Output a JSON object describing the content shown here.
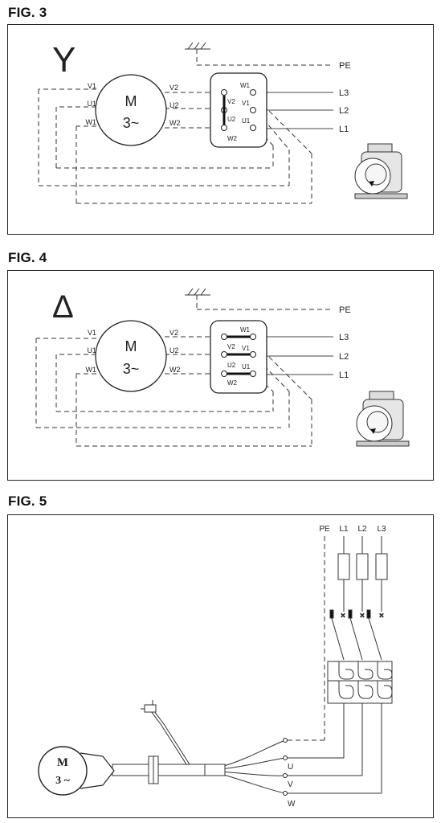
{
  "fig3": {
    "title": "FIG. 3",
    "symbol": "Y",
    "motor": {
      "line1": "M",
      "line2": "3~"
    },
    "left_terminals": [
      "V1",
      "U1",
      "W1"
    ],
    "right_terminals": [
      "V2",
      "U2",
      "W2"
    ],
    "box_terminals": [
      "W1",
      "V2",
      "V1",
      "U2",
      "U1",
      "W2"
    ],
    "lines": {
      "pe": "PE",
      "l3": "L3",
      "l2": "L2",
      "l1": "L1"
    }
  },
  "fig4": {
    "title": "FIG. 4",
    "symbol": "Δ",
    "motor": {
      "line1": "M",
      "line2": "3~"
    },
    "left_terminals": [
      "V1",
      "U1",
      "W1"
    ],
    "right_terminals": [
      "V2",
      "U2",
      "W2"
    ],
    "box_terminals": [
      "W1",
      "V2",
      "V1",
      "U2",
      "U1",
      "W2"
    ],
    "lines": {
      "pe": "PE",
      "l3": "L3",
      "l2": "L2",
      "l1": "L1"
    }
  },
  "fig5": {
    "title": "FIG. 5",
    "top_labels": [
      "PE",
      "L1",
      "L2",
      "L3"
    ],
    "motor": {
      "line1": "M",
      "line2": "3 ~"
    },
    "wire_labels": [
      "U",
      "V",
      "W"
    ]
  }
}
